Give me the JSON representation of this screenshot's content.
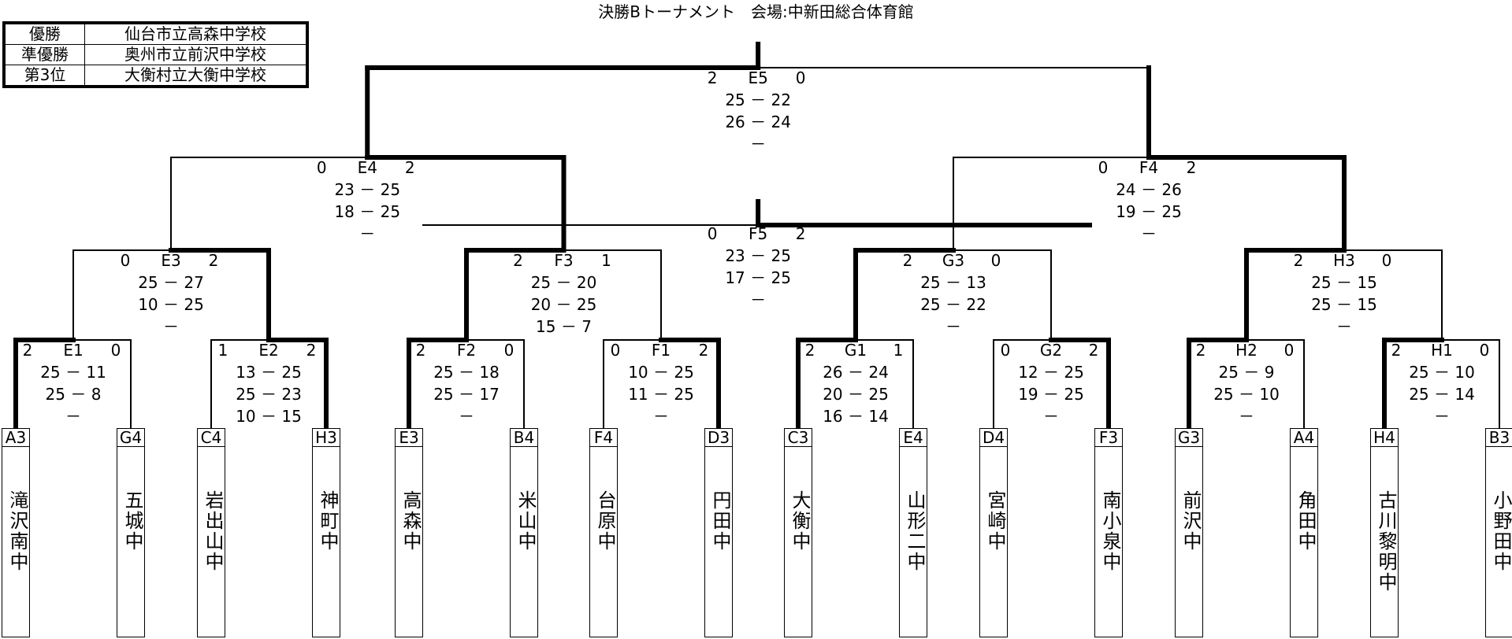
{
  "title": "決勝Bトーナメント　会場:中新田総合体育館",
  "results": [
    {
      "rank": "優勝",
      "school": "仙台市立高森中学校"
    },
    {
      "rank": "準優勝",
      "school": "奥州市立前沢中学校"
    },
    {
      "rank": "第3位",
      "school": "大衡村立大衡中学校"
    }
  ],
  "teams": [
    {
      "code": "A3",
      "name": "滝沢南中"
    },
    {
      "code": "G4",
      "name": "五城中"
    },
    {
      "code": "C4",
      "name": "岩出山中"
    },
    {
      "code": "H3",
      "name": "神町中"
    },
    {
      "code": "E3",
      "name": "高森中"
    },
    {
      "code": "B4",
      "name": "米山中"
    },
    {
      "code": "F4",
      "name": "台原中"
    },
    {
      "code": "D3",
      "name": "円田中"
    },
    {
      "code": "C3",
      "name": "大衡中"
    },
    {
      "code": "E4",
      "name": "山形二中"
    },
    {
      "code": "D4",
      "name": "宮崎中"
    },
    {
      "code": "F3",
      "name": "南小泉中"
    },
    {
      "code": "G3",
      "name": "前沢中"
    },
    {
      "code": "A4",
      "name": "角田中"
    },
    {
      "code": "H4",
      "name": "古川黎明中"
    },
    {
      "code": "B3",
      "name": "小野田中"
    }
  ],
  "matches": {
    "E1": {
      "left": "2",
      "label": "E1",
      "right": "0",
      "sets": [
        "25 － 11",
        "25 －  8",
        "－"
      ]
    },
    "E2": {
      "left": "1",
      "label": "E2",
      "right": "2",
      "sets": [
        "13 － 25",
        "25 － 23",
        "10 － 15"
      ]
    },
    "F2": {
      "left": "2",
      "label": "F2",
      "right": "0",
      "sets": [
        "25 － 18",
        "25 － 17",
        "－"
      ]
    },
    "F1": {
      "left": "0",
      "label": "F1",
      "right": "2",
      "sets": [
        "10 － 25",
        "11 － 25",
        "－"
      ]
    },
    "G1": {
      "left": "2",
      "label": "G1",
      "right": "1",
      "sets": [
        "26 － 24",
        "20 － 25",
        "16 － 14"
      ]
    },
    "G2": {
      "left": "0",
      "label": "G2",
      "right": "2",
      "sets": [
        "12 － 25",
        "19 － 25",
        "－"
      ]
    },
    "H2": {
      "left": "2",
      "label": "H2",
      "right": "0",
      "sets": [
        "25 －  9",
        "25 － 10",
        "－"
      ]
    },
    "H1": {
      "left": "2",
      "label": "H1",
      "right": "0",
      "sets": [
        "25 － 10",
        "25 － 14",
        "－"
      ]
    },
    "E3": {
      "left": "0",
      "label": "E3",
      "right": "2",
      "sets": [
        "25 － 27",
        "10 － 25",
        "－"
      ]
    },
    "F3": {
      "left": "2",
      "label": "F3",
      "right": "1",
      "sets": [
        "25 － 20",
        "20 － 25",
        "15 －  7"
      ]
    },
    "G3": {
      "left": "2",
      "label": "G3",
      "right": "0",
      "sets": [
        "25 － 13",
        "25 － 22",
        "－"
      ]
    },
    "H3": {
      "left": "2",
      "label": "H3",
      "right": "0",
      "sets": [
        "25 － 15",
        "25 － 15",
        "－"
      ]
    },
    "E4": {
      "left": "0",
      "label": "E4",
      "right": "2",
      "sets": [
        "23 － 25",
        "18 － 25",
        "－"
      ]
    },
    "F4": {
      "left": "0",
      "label": "F4",
      "right": "2",
      "sets": [
        "24 － 26",
        "19 － 25",
        "－"
      ]
    },
    "E5": {
      "left": "2",
      "label": "E5",
      "right": "0",
      "sets": [
        "25 － 22",
        "26 － 24",
        "－"
      ]
    },
    "F5": {
      "left": "0",
      "label": "F5",
      "right": "2",
      "sets": [
        "23 － 25",
        "17 － 25",
        "－"
      ]
    }
  }
}
